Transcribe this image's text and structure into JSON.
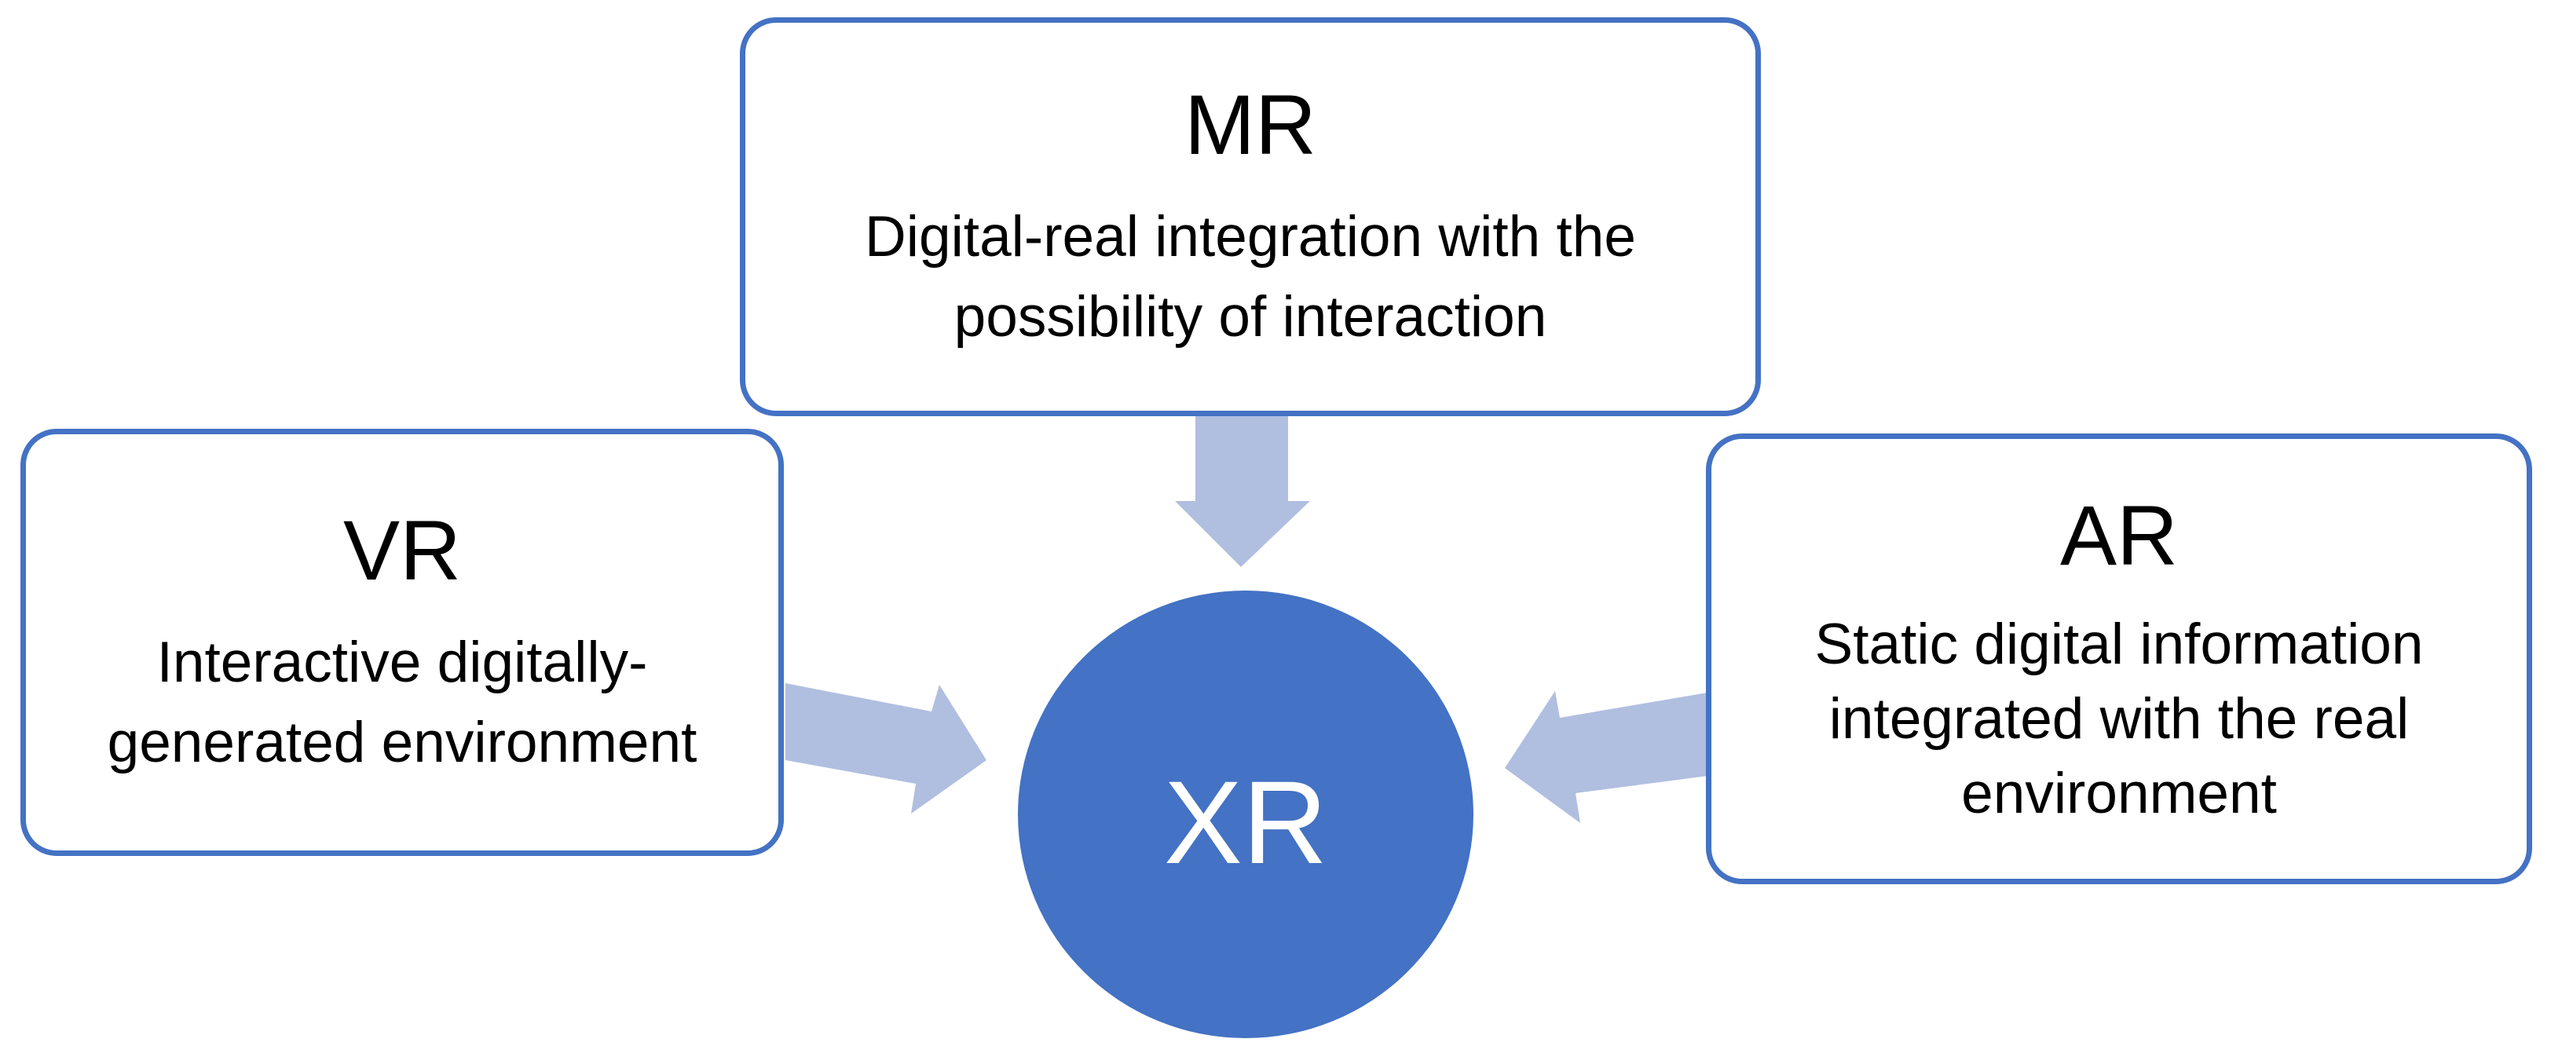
{
  "colors": {
    "box_border": "#4472c4",
    "circle_fill": "#4472c4",
    "circle_text": "#ffffff",
    "arrow_fill": "#b0bee0",
    "text": "#000000"
  },
  "center": {
    "label": "XR"
  },
  "nodes": {
    "mr": {
      "title": "MR",
      "description": "Digital-real integration with the possibility of interaction"
    },
    "vr": {
      "title": "VR",
      "description": "Interactive digitally-generated environment"
    },
    "ar": {
      "title": "AR",
      "description": "Static digital information integrated with the real environment"
    }
  },
  "edges": [
    {
      "from": "MR",
      "to": "XR"
    },
    {
      "from": "VR",
      "to": "XR"
    },
    {
      "from": "AR",
      "to": "XR"
    }
  ]
}
